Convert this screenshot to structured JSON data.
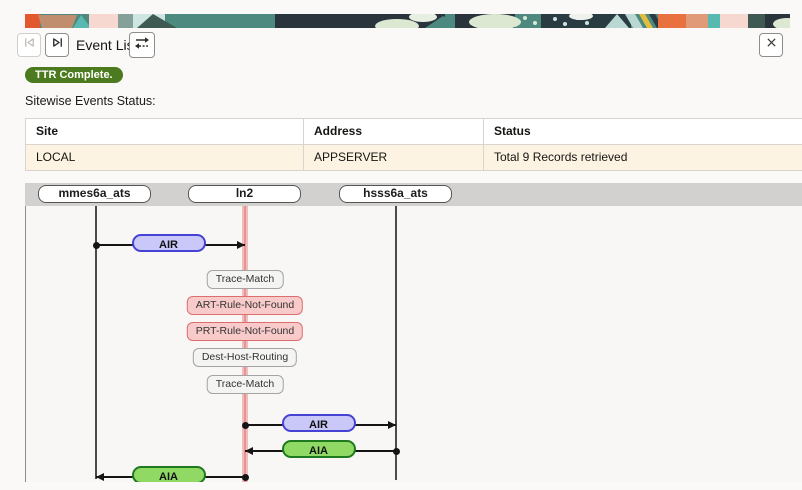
{
  "toolbar": {
    "title": "Event List",
    "first_button_icon": "skip-to-start",
    "last_button_icon": "skip-to-end",
    "swap_button_icon": "swap-arrows",
    "close_button_icon": "close-x"
  },
  "badge": {
    "label": "TTR Complete.",
    "color": "#4c7a1e"
  },
  "section_label": "Sitewise Events Status:",
  "table": {
    "headers": [
      "Site",
      "Address",
      "Status"
    ],
    "rows": [
      {
        "site": "LOCAL",
        "address": "APPSERVER",
        "status": "Total 9 Records retrieved"
      }
    ],
    "row_background": "#fcf3e2"
  },
  "diagram": {
    "nodes": [
      {
        "label": "mmes6a_ats",
        "highlighted": false
      },
      {
        "label": "ln2",
        "highlighted": true
      },
      {
        "label": "hsss6a_ats",
        "highlighted": false
      }
    ],
    "highlight_color": "#f3bcbc",
    "events": [
      {
        "kind": "message",
        "label": "AIR",
        "from": "mmes6a_ats",
        "to": "ln2",
        "style": "request"
      },
      {
        "kind": "event",
        "label": "Trace-Match",
        "node": "ln2",
        "style": "neutral"
      },
      {
        "kind": "event",
        "label": "ART-Rule-Not-Found",
        "node": "ln2",
        "style": "error"
      },
      {
        "kind": "event",
        "label": "PRT-Rule-Not-Found",
        "node": "ln2",
        "style": "error"
      },
      {
        "kind": "event",
        "label": "Dest-Host-Routing",
        "node": "ln2",
        "style": "neutral"
      },
      {
        "kind": "event",
        "label": "Trace-Match",
        "node": "ln2",
        "style": "neutral"
      },
      {
        "kind": "message",
        "label": "AIR",
        "from": "ln2",
        "to": "hsss6a_ats",
        "style": "request"
      },
      {
        "kind": "message",
        "label": "AIA",
        "from": "hsss6a_ats",
        "to": "ln2",
        "style": "answer"
      },
      {
        "kind": "message",
        "label": "AIA",
        "from": "ln2",
        "to": "mmes6a_ats",
        "style": "answer"
      }
    ],
    "colors": {
      "request_fill": "#c9c8f8",
      "request_border": "#4643d4",
      "answer_fill": "#8fd964",
      "answer_border": "#1f7a1f",
      "error_fill": "#f9caca",
      "error_border": "#dd6e6e",
      "neutral_fill": "#f4f4f3",
      "neutral_border": "#a3a3a3"
    }
  },
  "banner_palette": [
    "#e2592f",
    "#c08e6e",
    "#57b9af",
    "#f6d8d0",
    "#84a098",
    "#cfe5e2",
    "#3f5a52",
    "#4d897e",
    "#29343c",
    "#dde8d3",
    "#b9d8d4",
    "#e3bd3f",
    "#e8713f",
    "#e09a77"
  ]
}
